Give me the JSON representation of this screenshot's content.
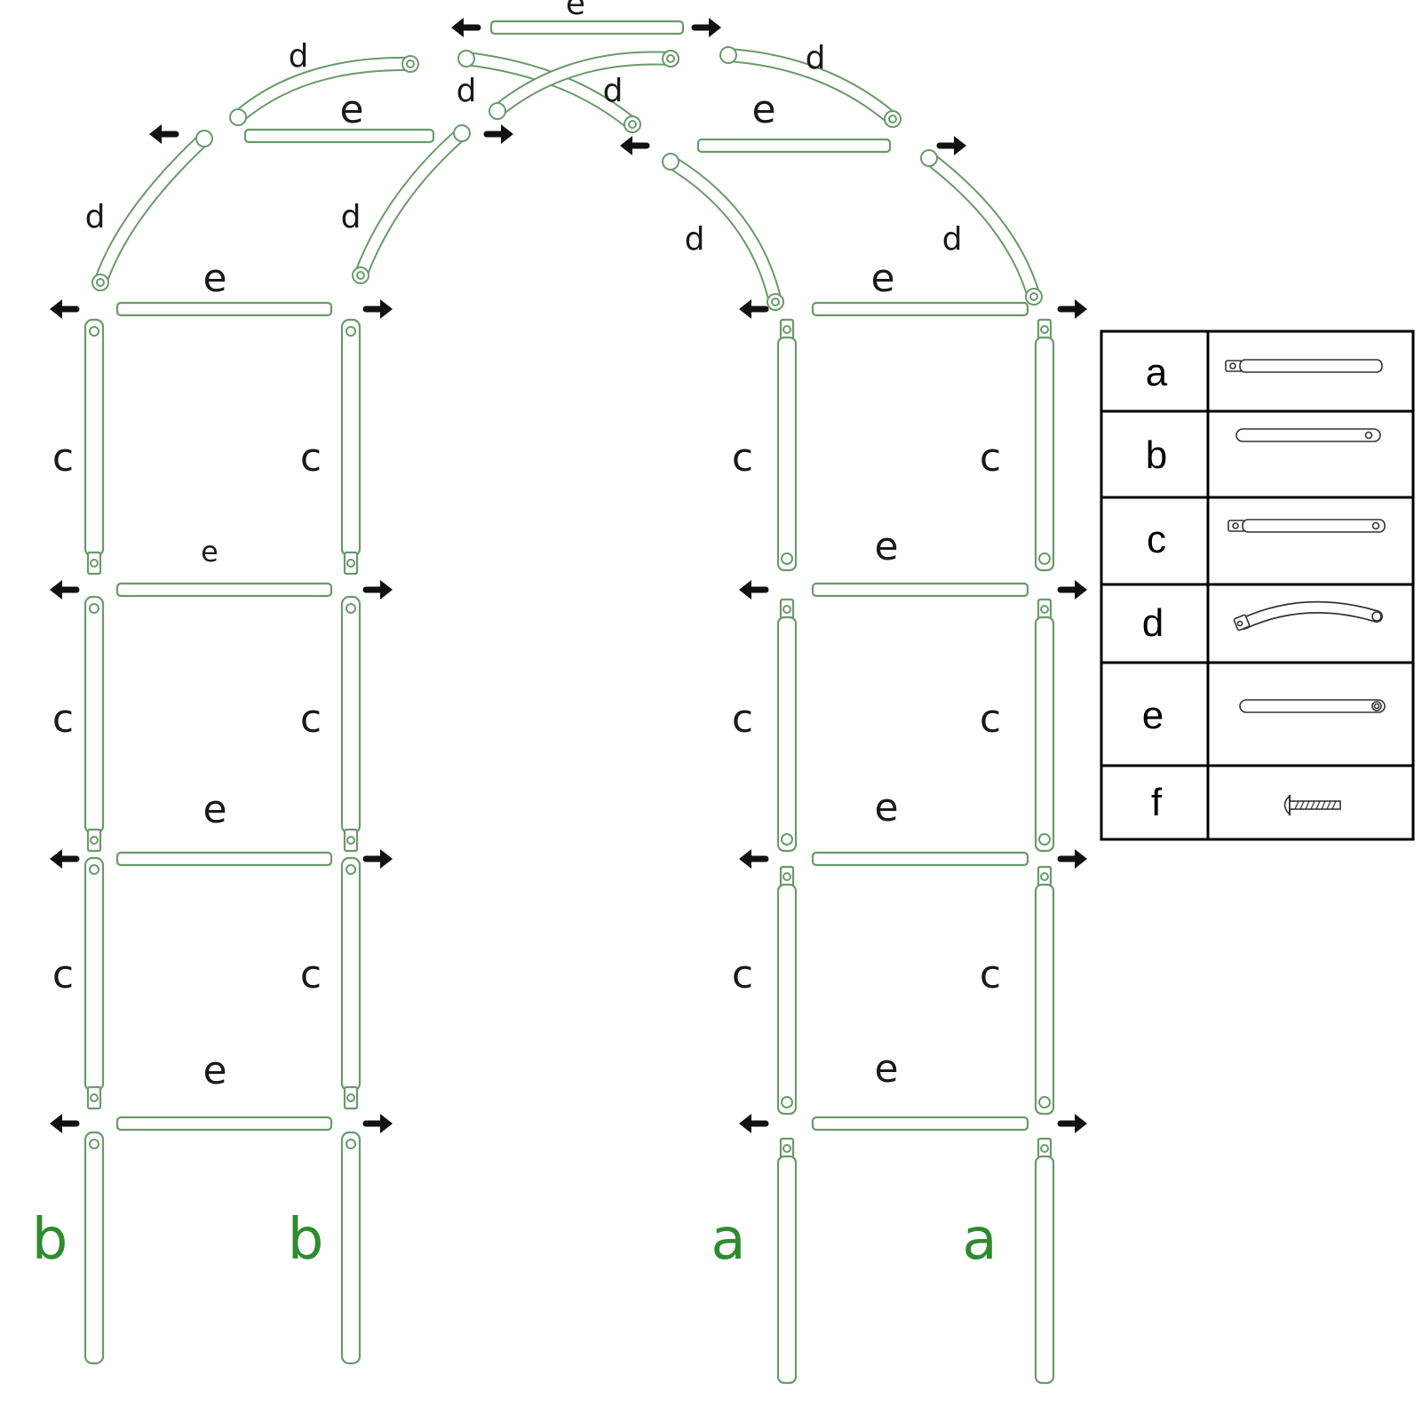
{
  "colors": {
    "tube_stroke": "#6a9a6a",
    "label_green": "#2e8b2e",
    "arrow": "#111111"
  },
  "labels": {
    "top_e": "e",
    "d_top_left": "d",
    "e_upper_left": "e",
    "d_center_left": "d",
    "d_center_right": "d",
    "d_top_right": "d",
    "e_upper_right": "e",
    "d_lower_left_outer": "d",
    "d_lower_left_inner": "d",
    "d_lower_right_inner": "d",
    "d_lower_right_outer": "d",
    "left_e_1": "e",
    "left_e_2": "e",
    "left_e_3": "e",
    "left_e_4": "e",
    "right_e_1": "e",
    "right_e_2": "e",
    "right_e_3": "e",
    "right_e_4": "e",
    "left_c_outer_1": "c",
    "left_c_inner_1": "c",
    "left_c_outer_2": "c",
    "left_c_inner_2": "c",
    "left_c_outer_3": "c",
    "left_c_inner_3": "c",
    "right_c_inner_1": "c",
    "right_c_outer_1": "c",
    "right_c_inner_2": "c",
    "right_c_outer_2": "c",
    "right_c_inner_3": "c",
    "right_c_outer_3": "c",
    "base_left_outer": "b",
    "base_left_inner": "b",
    "base_right_inner": "a",
    "base_right_outer": "a"
  },
  "legend": {
    "rows": [
      {
        "key": "a",
        "part": "straight-tube-with-tab-part"
      },
      {
        "key": "b",
        "part": "straight-tube-with-hole-part"
      },
      {
        "key": "c",
        "part": "straight-tube-tab-and-hole-part"
      },
      {
        "key": "d",
        "part": "curved-tube-part"
      },
      {
        "key": "e",
        "part": "crossbar-tube-part"
      },
      {
        "key": "f",
        "part": "screw-part"
      }
    ]
  }
}
